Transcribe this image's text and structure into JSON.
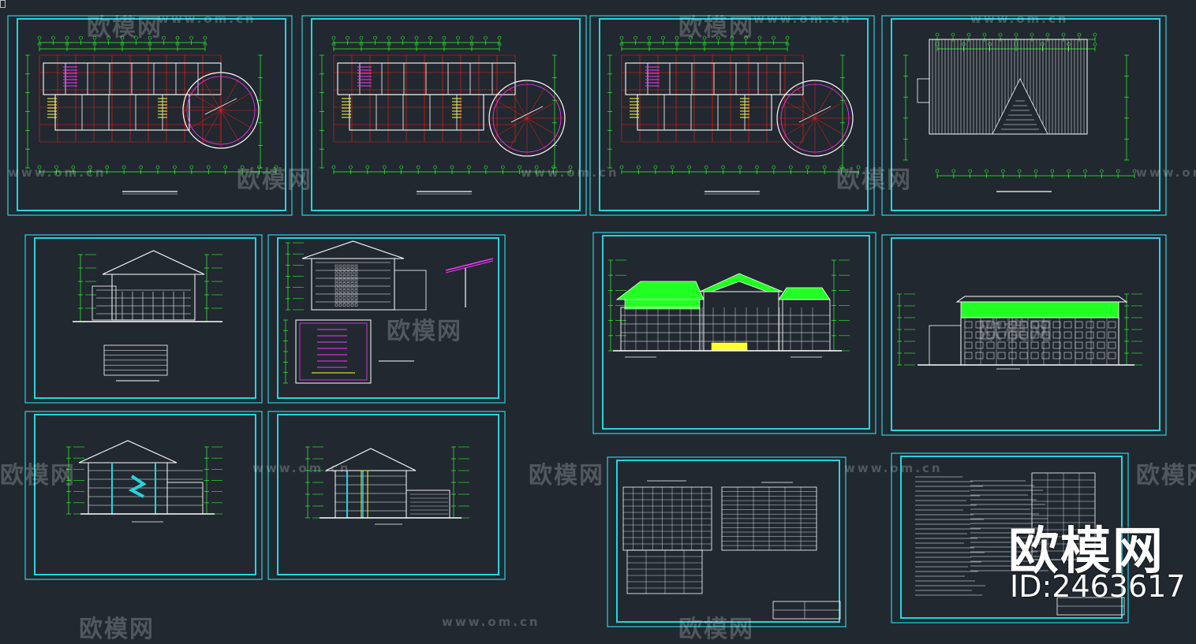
{
  "app": {
    "background_color": "#212830",
    "frame_color": "#28d3e0",
    "line_colors": {
      "grid": "#ff1a1a",
      "dims": "#2cff2c",
      "walls": "#ffffff",
      "stairs": "#ffff33",
      "accent": "#ff33ff",
      "roof_fill": "#22ff22"
    }
  },
  "watermark": {
    "brand": "欧模网",
    "url": "www.om.cn",
    "icon": "sofa-icon",
    "logo_text": "欧模网",
    "id_text": "ID:2463617"
  },
  "sheets": [
    {
      "id": "floor-plan-1",
      "kind": "floor-plan"
    },
    {
      "id": "floor-plan-2",
      "kind": "floor-plan"
    },
    {
      "id": "floor-plan-3",
      "kind": "floor-plan"
    },
    {
      "id": "roof-plan",
      "kind": "roof-plan"
    },
    {
      "id": "section-a",
      "kind": "section"
    },
    {
      "id": "stair-details",
      "kind": "detail"
    },
    {
      "id": "front-elevation",
      "kind": "elevation"
    },
    {
      "id": "rear-elevation",
      "kind": "elevation"
    },
    {
      "id": "section-b",
      "kind": "section"
    },
    {
      "id": "section-c",
      "kind": "section"
    },
    {
      "id": "door-window-schedule",
      "kind": "schedule"
    },
    {
      "id": "design-notes",
      "kind": "notes"
    }
  ]
}
